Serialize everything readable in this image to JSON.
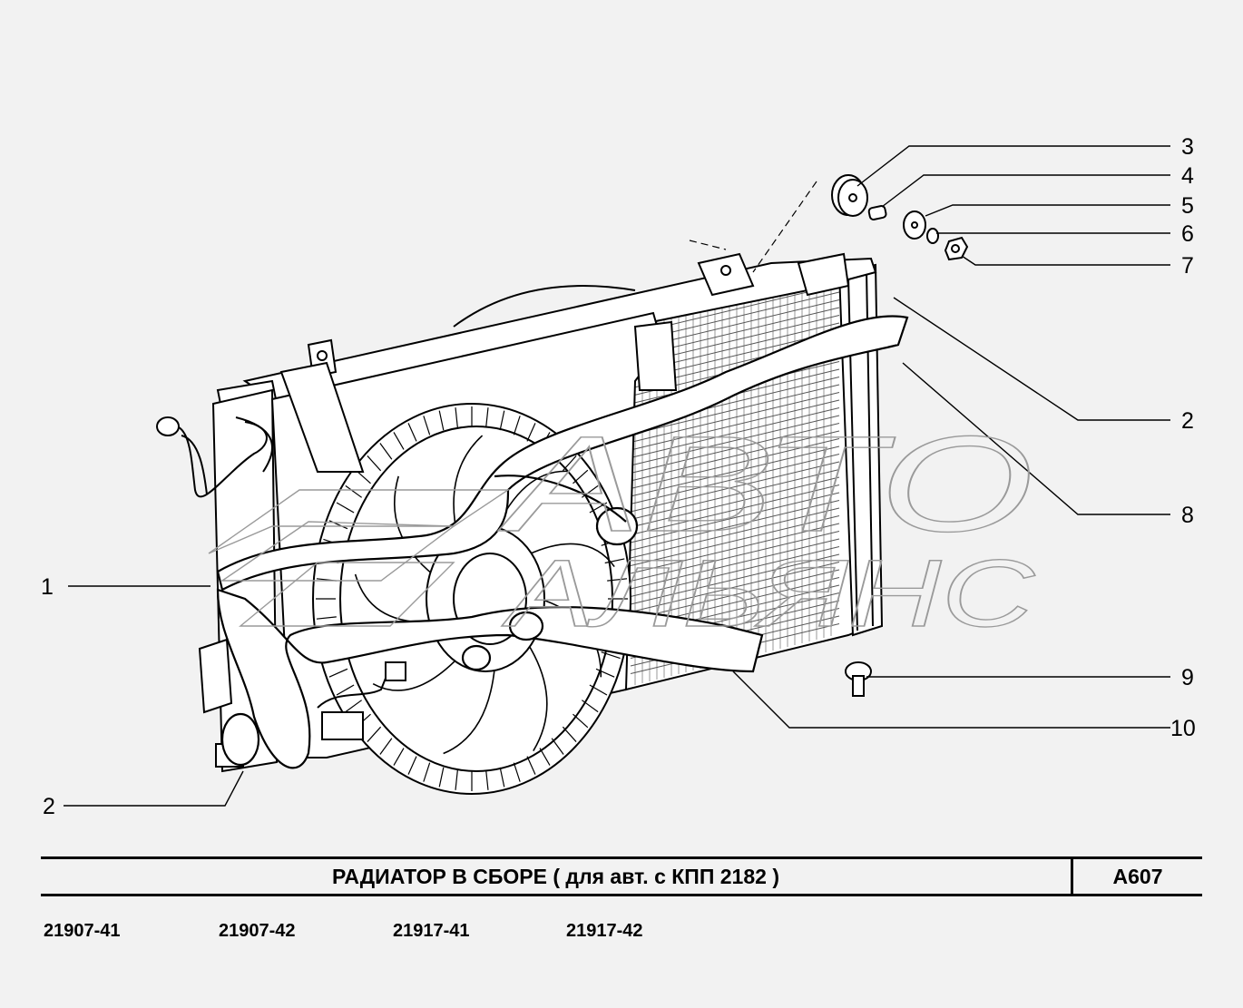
{
  "diagram": {
    "callouts": [
      {
        "id": "c1",
        "label": "1"
      },
      {
        "id": "c2a",
        "label": "2"
      },
      {
        "id": "c2b",
        "label": "2"
      },
      {
        "id": "c3",
        "label": "3"
      },
      {
        "id": "c4",
        "label": "4"
      },
      {
        "id": "c5",
        "label": "5"
      },
      {
        "id": "c6",
        "label": "6"
      },
      {
        "id": "c7",
        "label": "7"
      },
      {
        "id": "c8",
        "label": "8"
      },
      {
        "id": "c9",
        "label": "9"
      },
      {
        "id": "c10",
        "label": "10"
      }
    ],
    "watermark": {
      "line1": "АВТО",
      "line2": "АЛЬЯНС"
    }
  },
  "title_bar": {
    "title": "РАДИАТОР  В  СБОРЕ  ( для авт. с КПП 2182 )",
    "code": "А607"
  },
  "models": [
    "21907-41",
    "21907-42",
    "21917-41",
    "21917-42"
  ]
}
